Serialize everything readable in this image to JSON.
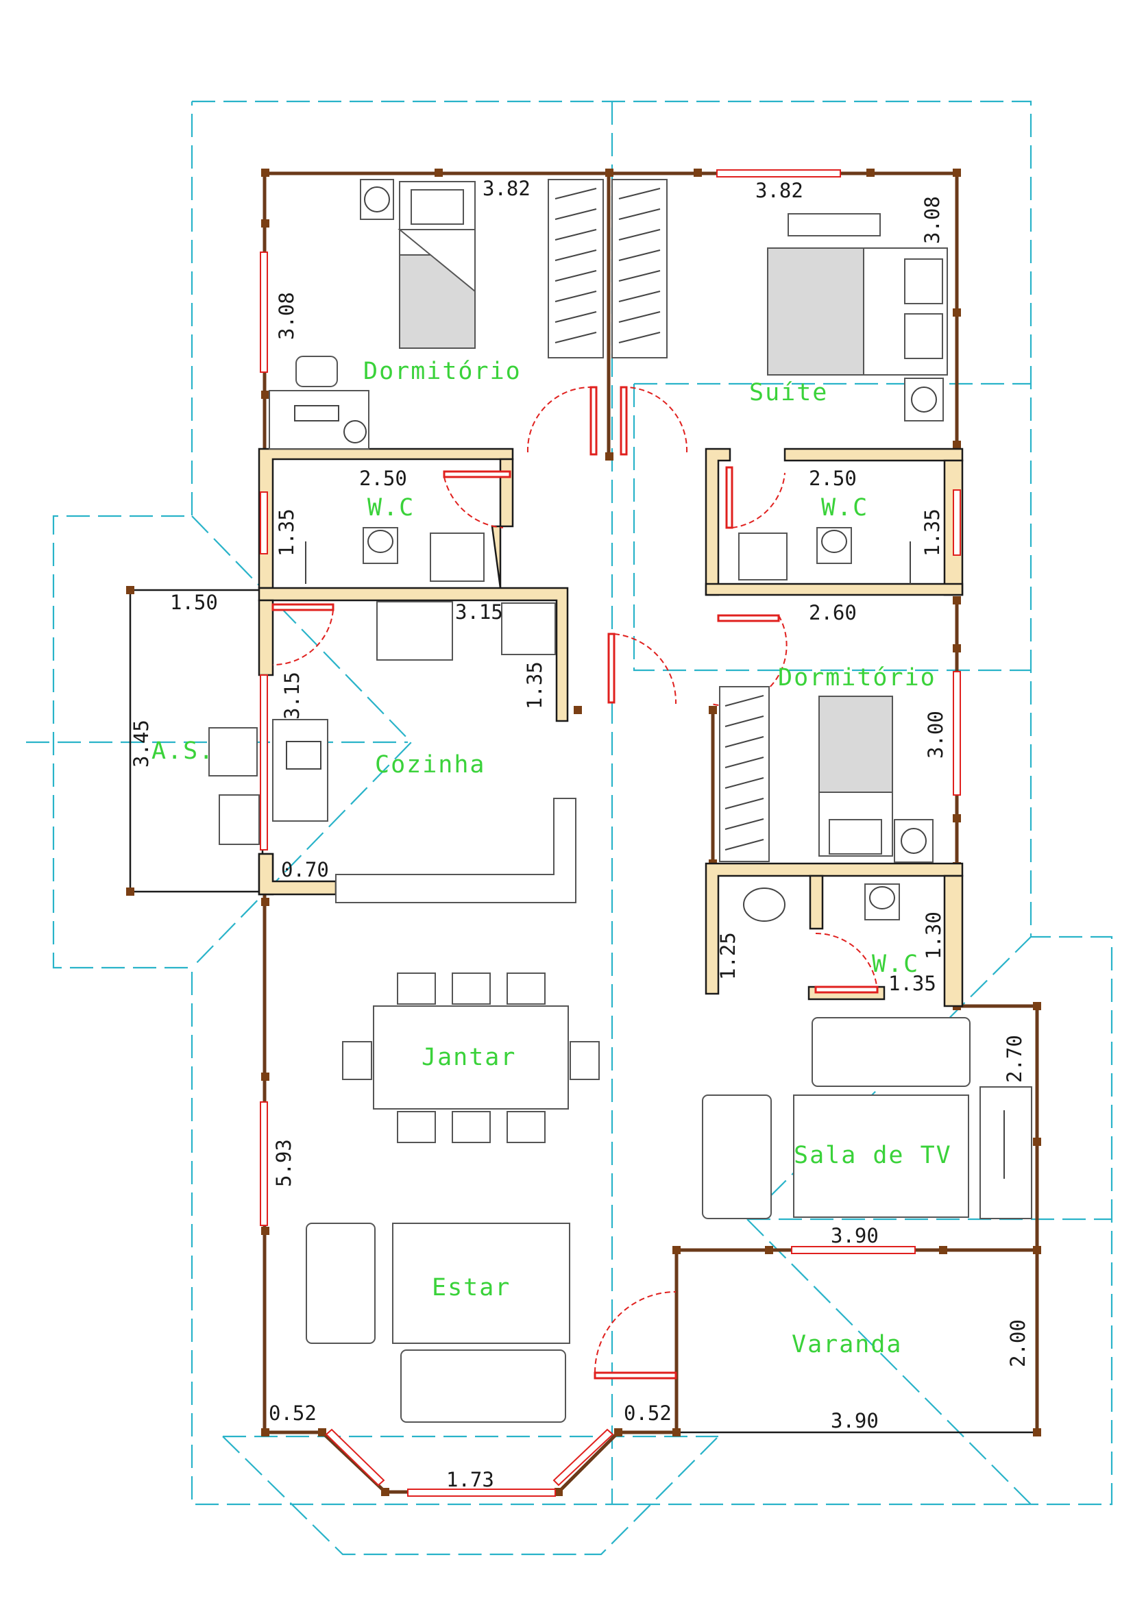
{
  "rooms": {
    "dorm1": "Dormitório",
    "suite": "Suíte",
    "wc1": "W.C",
    "wc2": "W.C",
    "wc3": "W.C",
    "as": "A.S.",
    "cozinha": "Cozinha",
    "dorm2": "Dormitório",
    "jantar": "Jantar",
    "sala_tv": "Sala de TV",
    "estar": "Estar",
    "varanda": "Varanda"
  },
  "dimensions": {
    "dorm1_width": "3.82",
    "suite_width": "3.82",
    "dorm1_depth": "3.08",
    "suite_depth": "3.08",
    "wc1_width": "2.50",
    "wc2_width": "2.50",
    "wc1_depth": "1.35",
    "wc2_depth": "1.35",
    "as_width": "1.50",
    "cozinha_width": "3.15",
    "cozinha_depth": "3.15",
    "as_depth": "3.45",
    "hall_depth": "1.35",
    "dorm2_width": "2.60",
    "dorm2_depth": "3.00",
    "wc3_width": "1.35",
    "wc3_depth_left": "1.25",
    "wc3_depth_right": "1.30",
    "balcao": "0.70",
    "sala_tv_depth": "2.70",
    "living_depth": "5.93",
    "varanda_width_top": "3.90",
    "varanda_width_bottom": "3.90",
    "varanda_depth": "2.00",
    "bay_left": "0.52",
    "bay_right": "0.52",
    "bay_center": "1.73"
  }
}
